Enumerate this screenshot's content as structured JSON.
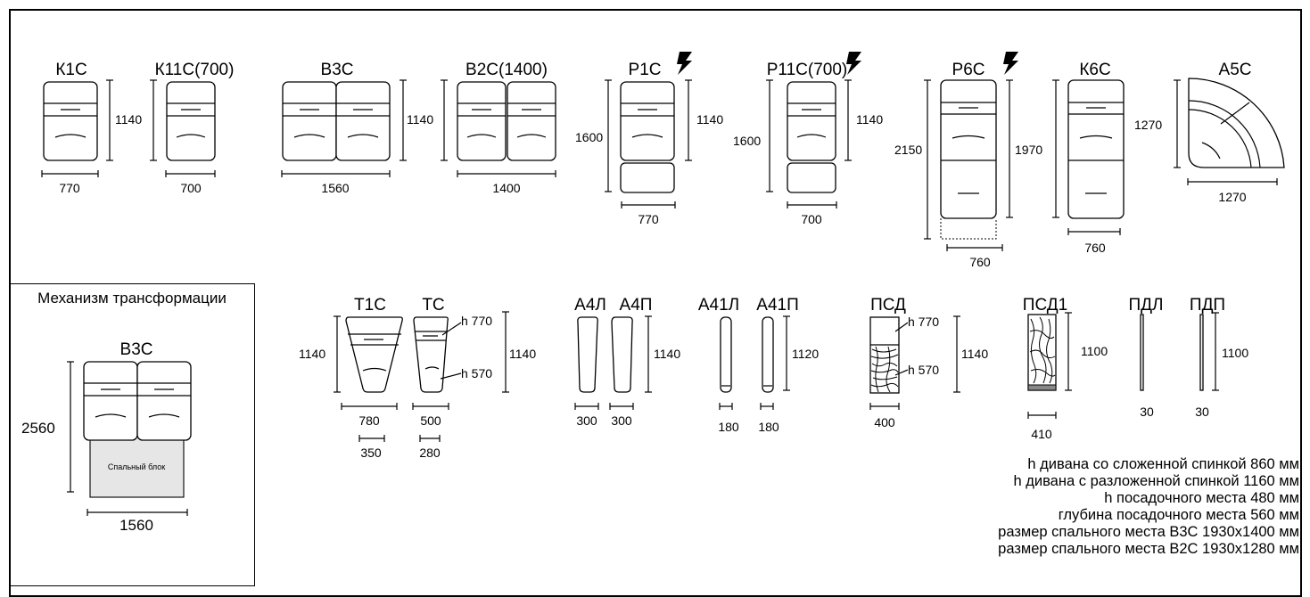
{
  "top_row": [
    {
      "label": "К1С",
      "width": "770",
      "height": "1140"
    },
    {
      "label": "К11С(700)",
      "width": "700"
    },
    {
      "label": "В3С",
      "width": "1560",
      "height": "1140"
    },
    {
      "label": "В2С(1400)",
      "width": "1400"
    },
    {
      "label": "Р1С",
      "width": "770",
      "height_total": "1600",
      "height": "1140"
    },
    {
      "label": "Р11С(700)",
      "width": "700",
      "height_total": "1600",
      "height": "1140"
    },
    {
      "label": "Р6С",
      "width": "760",
      "height_total": "2150",
      "height": "1970"
    },
    {
      "label": "К6С",
      "width": "760"
    },
    {
      "label": "А5С",
      "width": "1270",
      "height": "1270"
    }
  ],
  "bottom_row": [
    {
      "label": "Т1С",
      "height": "1140",
      "width": "780",
      "width_inner": "350"
    },
    {
      "label": "ТС",
      "height": "1140",
      "width": "500",
      "width_inner": "280",
      "h_top": "h 770",
      "h_bottom": "h 570"
    },
    {
      "label": "А4Л",
      "width": "300"
    },
    {
      "label": "А4П",
      "width": "300",
      "height": "1140"
    },
    {
      "label": "А41Л",
      "width": "180"
    },
    {
      "label": "А41П",
      "width": "180",
      "height": "1120"
    },
    {
      "label": "ПСД",
      "width": "400",
      "height": "1140",
      "h_top": "h 770",
      "h_bottom": "h 570"
    },
    {
      "label": "ПСД1",
      "width": "410",
      "height": "1100"
    },
    {
      "label": "ПДЛ",
      "width": "30"
    },
    {
      "label": "ПДП",
      "width": "30",
      "height": "1100"
    }
  ],
  "mechanism": {
    "title": "Механизм трансформации",
    "label": "В3С",
    "height": "2560",
    "width": "1560",
    "sleep_block": "Спальный блок"
  },
  "specs": [
    "h дивана со сложенной спинкой 860 мм",
    "h дивана с разложенной спинкой 1160 мм",
    "h посадочного места 480 мм",
    "глубина посадочного места 560 мм",
    "размер спального места В3С 1930х1400 мм",
    "размер спального места В2С 1930х1280 мм"
  ],
  "colors": {
    "line": "#000000",
    "sleep_block_fill": "#e6e6e6",
    "background": "#ffffff"
  },
  "icons": {
    "power": "lightning-bolt-icon"
  }
}
